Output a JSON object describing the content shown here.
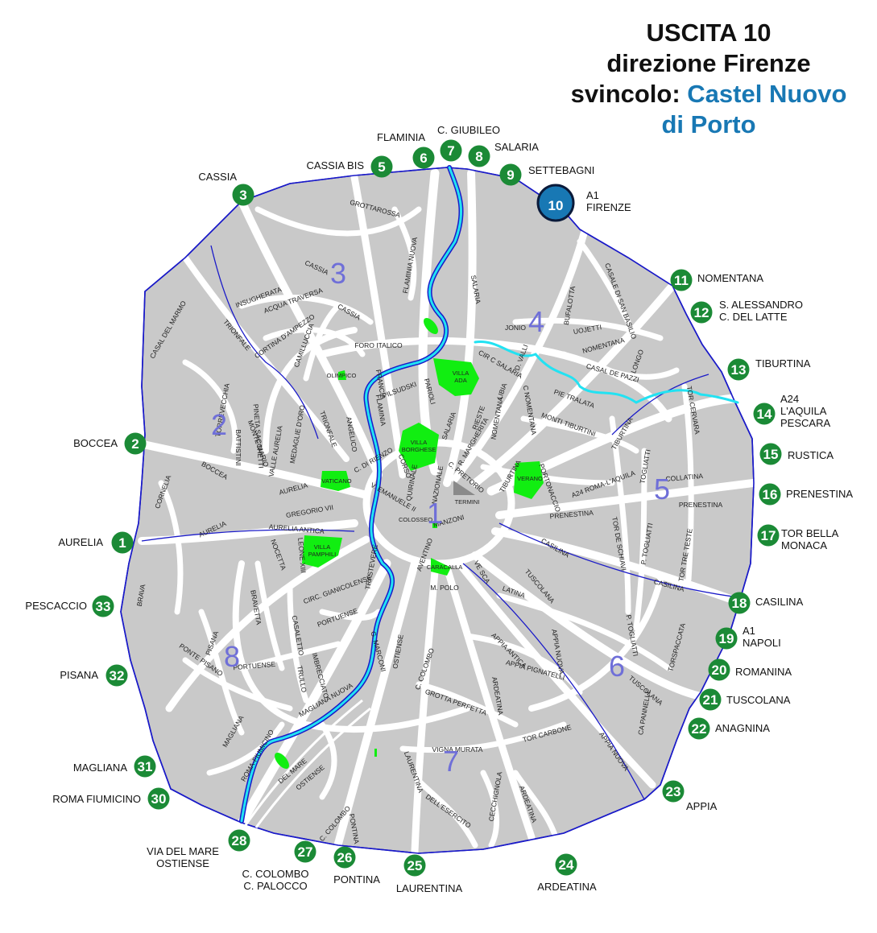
{
  "title": {
    "line1": "USCITA 10",
    "line2": "direzione Firenze",
    "line3_prefix": "svincolo: ",
    "line3_highlight": "Castel Nuovo",
    "line4_highlight": "di Porto"
  },
  "colors": {
    "city_fill": "#c9c9c9",
    "road": "#ffffff",
    "ring_road": "#1a1ac8",
    "river": "#22e2f2",
    "park": "#11ee11",
    "exit_badge": "#1b8a36",
    "highlight_badge": "#1878b4",
    "district_number": "#6f6fd8"
  },
  "exits": [
    {
      "num": "1",
      "lines": [
        "AURELIA"
      ]
    },
    {
      "num": "2",
      "lines": [
        "BOCCEA"
      ]
    },
    {
      "num": "3",
      "lines": [
        "CASSIA"
      ]
    },
    {
      "num": "5",
      "lines": [
        "CASSIA BIS"
      ]
    },
    {
      "num": "6",
      "lines": [
        "FLAMINIA"
      ]
    },
    {
      "num": "7",
      "lines": [
        "C. GIUBILEO"
      ]
    },
    {
      "num": "8",
      "lines": [
        "SALARIA"
      ]
    },
    {
      "num": "9",
      "lines": [
        "SETTEBAGNI"
      ]
    },
    {
      "num": "10",
      "lines": [
        "A1",
        "FIRENZE"
      ],
      "highlight": true
    },
    {
      "num": "11",
      "lines": [
        "NOMENTANA"
      ]
    },
    {
      "num": "12",
      "lines": [
        "S. ALESSANDRO",
        "C. DEL LATTE"
      ]
    },
    {
      "num": "13",
      "lines": [
        "TIBURTINA"
      ]
    },
    {
      "num": "14",
      "lines": [
        "A24",
        "L'AQUILA",
        "PESCARA"
      ]
    },
    {
      "num": "15",
      "lines": [
        "RUSTICA"
      ]
    },
    {
      "num": "16",
      "lines": [
        "PRENESTINA"
      ]
    },
    {
      "num": "17",
      "lines": [
        "TOR BELLA",
        "MONACA"
      ]
    },
    {
      "num": "18",
      "lines": [
        "CASILINA"
      ]
    },
    {
      "num": "19",
      "lines": [
        "A1",
        "NAPOLI"
      ]
    },
    {
      "num": "20",
      "lines": [
        "ROMANINA"
      ]
    },
    {
      "num": "21",
      "lines": [
        "TUSCOLANA"
      ]
    },
    {
      "num": "22",
      "lines": [
        "ANAGNINA"
      ]
    },
    {
      "num": "23",
      "lines": [
        "APPIA"
      ]
    },
    {
      "num": "24",
      "lines": [
        "ARDEATINA"
      ]
    },
    {
      "num": "25",
      "lines": [
        "LAURENTINA"
      ]
    },
    {
      "num": "26",
      "lines": [
        "PONTINA"
      ]
    },
    {
      "num": "27",
      "lines": [
        "C. COLOMBO",
        "C. PALOCCO"
      ]
    },
    {
      "num": "28",
      "lines": [
        "VIA DEL MARE",
        "OSTIENSE"
      ]
    },
    {
      "num": "30",
      "lines": [
        "ROMA FIUMICINO"
      ]
    },
    {
      "num": "31",
      "lines": [
        "MAGLIANA"
      ]
    },
    {
      "num": "32",
      "lines": [
        "PISANA"
      ]
    },
    {
      "num": "33",
      "lines": [
        "PESCACCIO"
      ]
    }
  ],
  "districts": [
    "1",
    "2",
    "3",
    "4",
    "5",
    "6",
    "7",
    "8"
  ],
  "parks": [
    "VILLA ADA",
    "VILLA BORGHESE",
    "VATICANO",
    "VILLA PAMPHILI",
    "VERANO",
    "CARACALLA",
    "OLIMPICO",
    "COLOSSEO"
  ],
  "place_labels": [
    "TERMINI"
  ],
  "road_labels": [
    "GROTTAROSSA",
    "CASSIA",
    "FLAMINIA NUOVA",
    "SALARIA",
    "BUFALOTTA",
    "CASALE DI SAN BASILIO",
    "INSUGHERATA",
    "ACQUA TRAVERSA",
    "CORTINA D'AMPEZZO",
    "CASSIA",
    "TRIONFALE",
    "CASAL DEL MARMO",
    "CAMILLUCCIA",
    "FORO ITALICO",
    "JONIO",
    "UOJETTI",
    "NOMENTANA",
    "CIR C SALARIA",
    "D. VALLI",
    "CASAL DE PAZZI",
    "LONGO",
    "FRANCIA",
    "PILSUDSKI",
    "PARIOLI",
    "LIBIA",
    "C NOMENTANA",
    "PIE TRALATA",
    "TOR CERVARA",
    "TORREVECCHIA",
    "PINETA SACCHETTI",
    "MEDAGLIE D'ORO",
    "TRIONFALE",
    "ANGELICO",
    "FLAMINIA",
    "RIESTE",
    "NOMENTANA",
    "MONTI TIBURTINI",
    "TIBURTINA",
    "MONTE MARIO",
    "BATTISTINI",
    "VALLE AURELIA",
    "SALARIA",
    "R. MARGHERITA",
    "BOCCEA",
    "C. DI RIENZO",
    "CORSO",
    "QUIRINALE",
    "NAZIONALE",
    "C. PRETORIO",
    "TIBURTINA",
    "PORTONACCIO",
    "A24 ROMA-L'AQUILA",
    "TOGLIATTI",
    "COLLATINA",
    "CORNELIA",
    "AURELIA",
    "GREGORIO VII",
    "V. EMANUELE II",
    "PRENESTINA",
    "PRENESTINA",
    "AURELIA",
    "AURELIA ANTICA",
    "MANZONI",
    "CASILINA",
    "TOR DE SCHIAVI",
    "P. TOGLIATTI",
    "TOR TRE TESTE",
    "NOCETTA",
    "LEONE XIII",
    "TRASTEVERE",
    "AVENTINO",
    "VE SCA",
    "TUSCOLANA",
    "CASILINA",
    "BRAVA",
    "BRAVETTA",
    "CIRC. GIANICOLENSE",
    "M. POLO",
    "LATINA",
    "CASALETTO",
    "PORTUENSE",
    "OSTIENSE",
    "G. MARCONI",
    "APPIA NUOVA",
    "PISANA",
    "APPIA ANTICA",
    "APPIA PIGNATELLI",
    "P. TOGLIATTI",
    "TORSPACCATA",
    "PONTE PISANO",
    "PORTUENSE",
    "TRULLO",
    "IMBRECCIATO",
    "MAGLIANA NUOVA",
    "C. COLOMBO",
    "GROTTA PERFETTA",
    "ARDEATINA",
    "TUSCOLANA",
    "CA PANNELLE",
    "MAGLIANA",
    "ROMA-FIUMICINO",
    "DEL MARE",
    "OSTIENSE",
    "LAURENTINA",
    "VIGNA MURATA",
    "TOR CARBONE",
    "APPIA NUOVA",
    "C. COLOMBO",
    "PONTINA",
    "DELL'ESERCITO",
    "CECCHIGNOLA",
    "ARDEATINA"
  ]
}
